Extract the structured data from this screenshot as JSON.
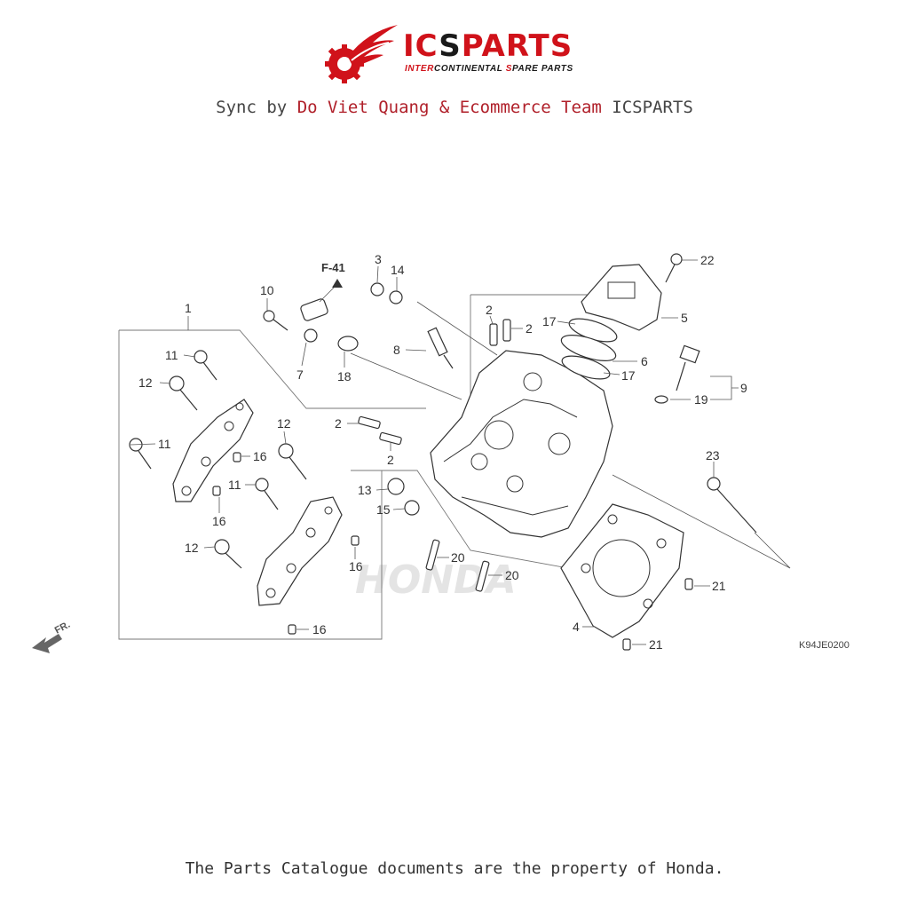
{
  "header": {
    "brand_ic": "IC",
    "brand_s": "S",
    "brand_parts": "PARTS",
    "tagline_a": "INTER",
    "tagline_b": "CONTINENTAL ",
    "tagline_c": "S",
    "tagline_d": "PARE PARTS",
    "sync_prefix": "Sync by ",
    "sync_highlight": "Do Viet Quang & Ecommerce Team",
    "sync_suffix": " ICSPARTS"
  },
  "diagram": {
    "ref_f41": "F-41",
    "front_label": "FR.",
    "drawing_code": "K94JE0200",
    "watermark": "HONDA",
    "callouts": {
      "c1": "1",
      "c2a": "2",
      "c2b": "2",
      "c2c": "2",
      "c2d": "2",
      "c3": "3",
      "c4": "4",
      "c5": "5",
      "c6": "6",
      "c7": "7",
      "c8": "8",
      "c9": "9",
      "c10": "10",
      "c11a": "11",
      "c11b": "11",
      "c11c": "11",
      "c12a": "12",
      "c12b": "12",
      "c12c": "12",
      "c13": "13",
      "c14": "14",
      "c15": "15",
      "c16a": "16",
      "c16b": "16",
      "c16c": "16",
      "c16d": "16",
      "c17a": "17",
      "c17b": "17",
      "c18": "18",
      "c19": "19",
      "c20a": "20",
      "c20b": "20",
      "c21a": "21",
      "c21b": "21",
      "c22": "22",
      "c23": "23"
    }
  },
  "footer": {
    "text": "The Parts Catalogue documents are the property of Honda."
  }
}
